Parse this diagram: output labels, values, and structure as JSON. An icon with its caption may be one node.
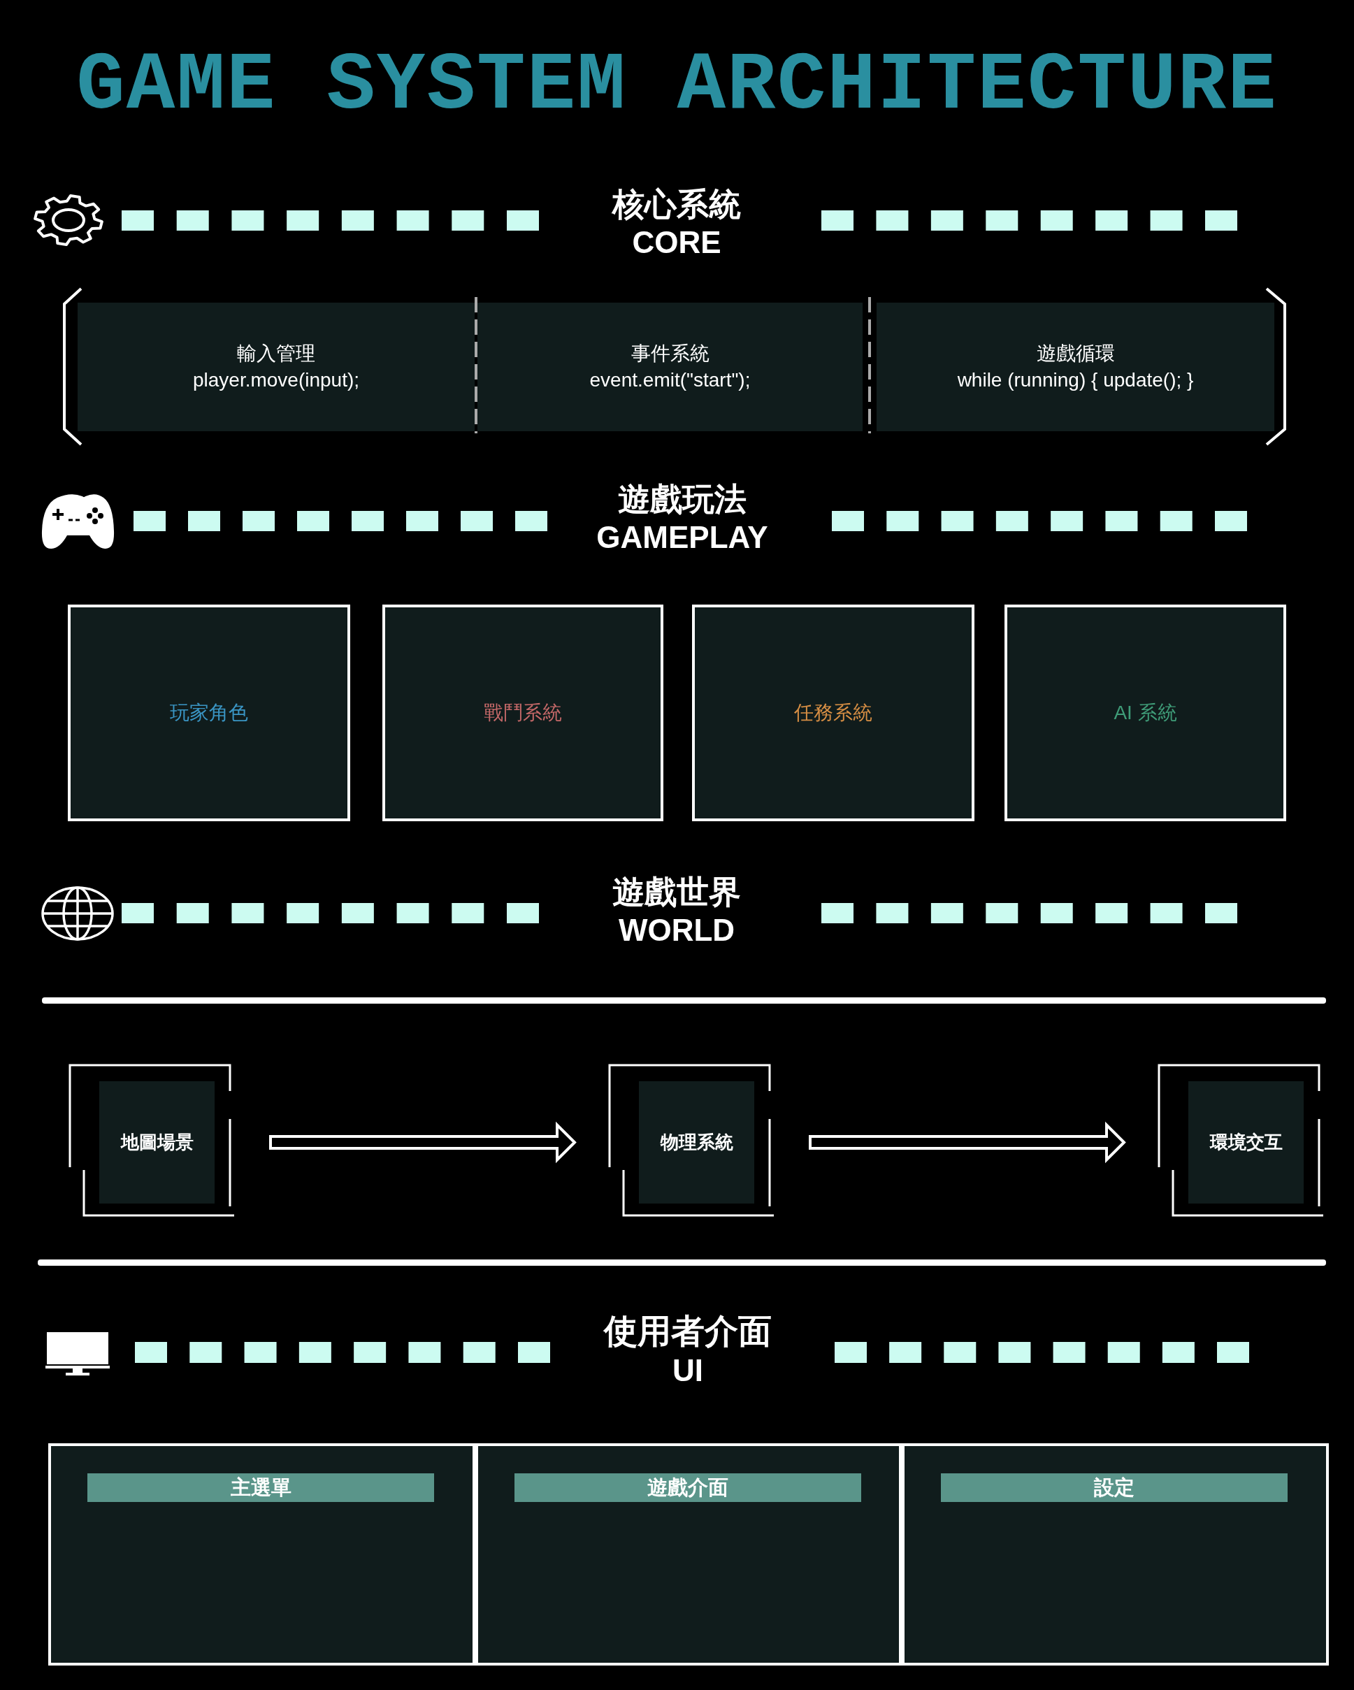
{
  "diagram": {
    "title": "GAME SYSTEM ARCHITECTURE",
    "nodes": [
      {
        "text": [
          "輸入管理",
          "player.move(input);"
        ]
      },
      {
        "text": [
          "事件系統",
          "event.emit(\"start\");"
        ]
      },
      {
        "text": [
          "遊戲循環",
          "while (running) { update(); }"
        ]
      },
      {
        "text": [
          "玩家角色"
        ]
      },
      {
        "text": [
          "戰鬥系統"
        ]
      },
      {
        "text": [
          "任務系統"
        ]
      },
      {
        "text": [
          "AI 系統"
        ]
      },
      {
        "text": [
          "地圖場景"
        ]
      },
      {
        "text": [
          "物理系統"
        ]
      },
      {
        "text": [
          "環境交互"
        ]
      },
      {
        "text": [
          "主選單"
        ]
      },
      {
        "text": [
          "遊戲介面"
        ]
      },
      {
        "text": [
          "設定"
        ]
      }
    ],
    "edges": [
      {
        "from": 7,
        "to": 8,
        "arrow": "to"
      },
      {
        "from": 8,
        "to": 9,
        "arrow": "to"
      }
    ],
    "labels": [
      "核心系統",
      "CORE",
      "遊戲玩法",
      "GAMEPLAY",
      "遊戲世界",
      "WORLD",
      "使用者介面",
      "UI"
    ]
  }
}
